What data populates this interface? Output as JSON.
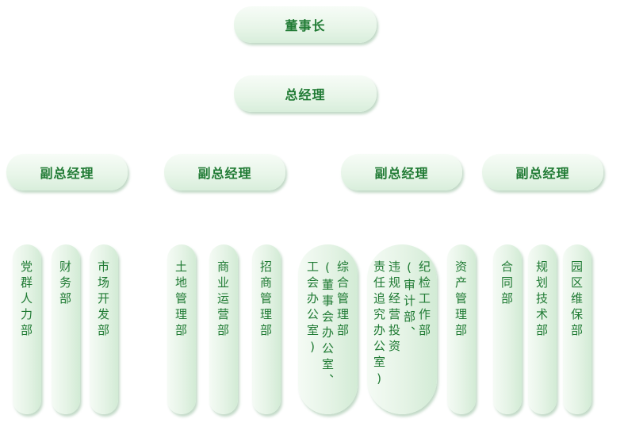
{
  "top": {
    "chairman": "董事长",
    "gm": "总经理"
  },
  "vps": [
    "副总经理",
    "副总经理",
    "副总经理",
    "副总经理"
  ],
  "departments": [
    "党群人力部",
    "财务部",
    "市场开发部",
    "土地管理部",
    "商业运营部",
    "招商管理部",
    "综合管理部",
    "(董事会办公室、",
    "工会办公室)",
    "纪检工作部",
    "(审计部、",
    "违规经营投资",
    "责任追究办公室)",
    "资产管理部",
    "合同部",
    "规划技术部",
    "园区维保部"
  ]
}
